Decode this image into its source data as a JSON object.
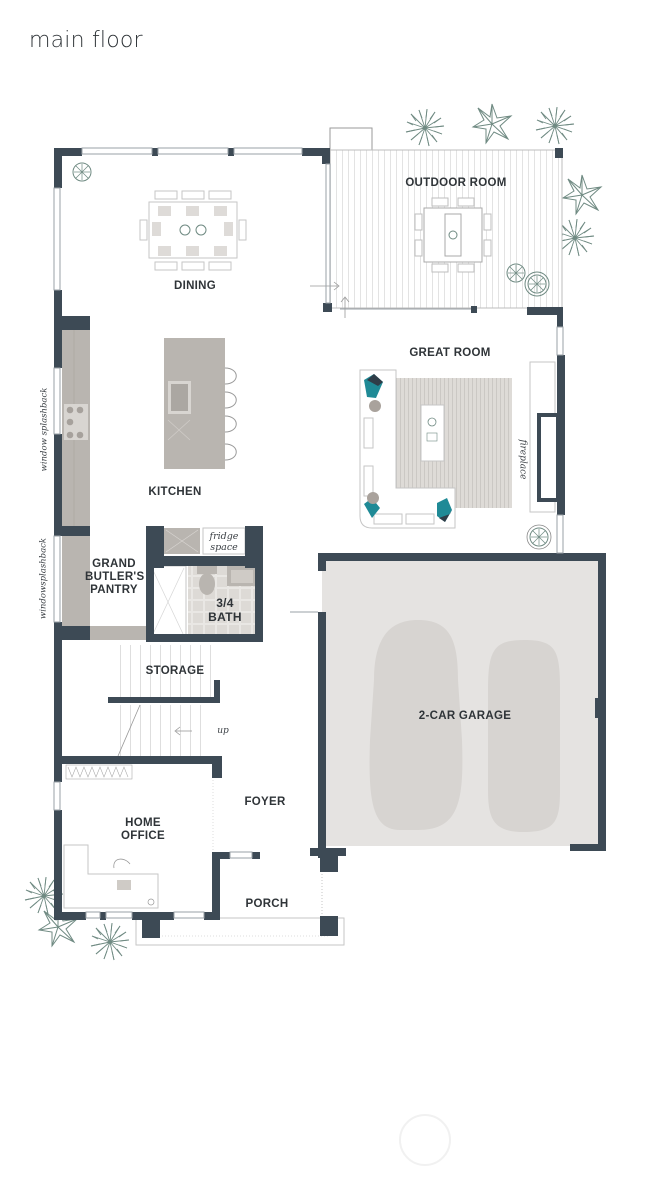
{
  "page": {
    "title": "main floor"
  },
  "colors": {
    "wall": "#3d4a55",
    "counter": "#b9b5b0",
    "garage_floor": "#e5e3e1",
    "car": "#d7d4d1",
    "plant": "#6f8a82",
    "accent_chair": "#1f8a96",
    "rug": "#d9d6d2",
    "text": "#2f3438"
  },
  "rooms": [
    {
      "id": "outdoor-room",
      "label": "OUTDOOR ROOM"
    },
    {
      "id": "dining",
      "label": "DINING"
    },
    {
      "id": "great-room",
      "label": "GREAT ROOM"
    },
    {
      "id": "kitchen",
      "label": "KITCHEN"
    },
    {
      "id": "grand-butlers-pantry",
      "label": "GRAND BUTLER'S PANTRY",
      "lines": [
        "GRAND",
        "BUTLER'S",
        "PANTRY"
      ]
    },
    {
      "id": "three-quarter-bath",
      "label": "3/4 BATH",
      "lines": [
        "3/4",
        "BATH"
      ]
    },
    {
      "id": "storage",
      "label": "STORAGE"
    },
    {
      "id": "two-car-garage",
      "label": "2-CAR GARAGE"
    },
    {
      "id": "home-office",
      "label": "HOME OFFICE",
      "lines": [
        "HOME",
        "OFFICE"
      ]
    },
    {
      "id": "foyer",
      "label": "FOYER"
    },
    {
      "id": "porch",
      "label": "PORCH"
    }
  ],
  "annotations": {
    "fridge_space": [
      "fridge",
      "space"
    ],
    "fireplace": "fireplace",
    "stairs_up": "up",
    "window_splashback_1": "window splashback",
    "window_splashback_2": "windowsplashback"
  }
}
